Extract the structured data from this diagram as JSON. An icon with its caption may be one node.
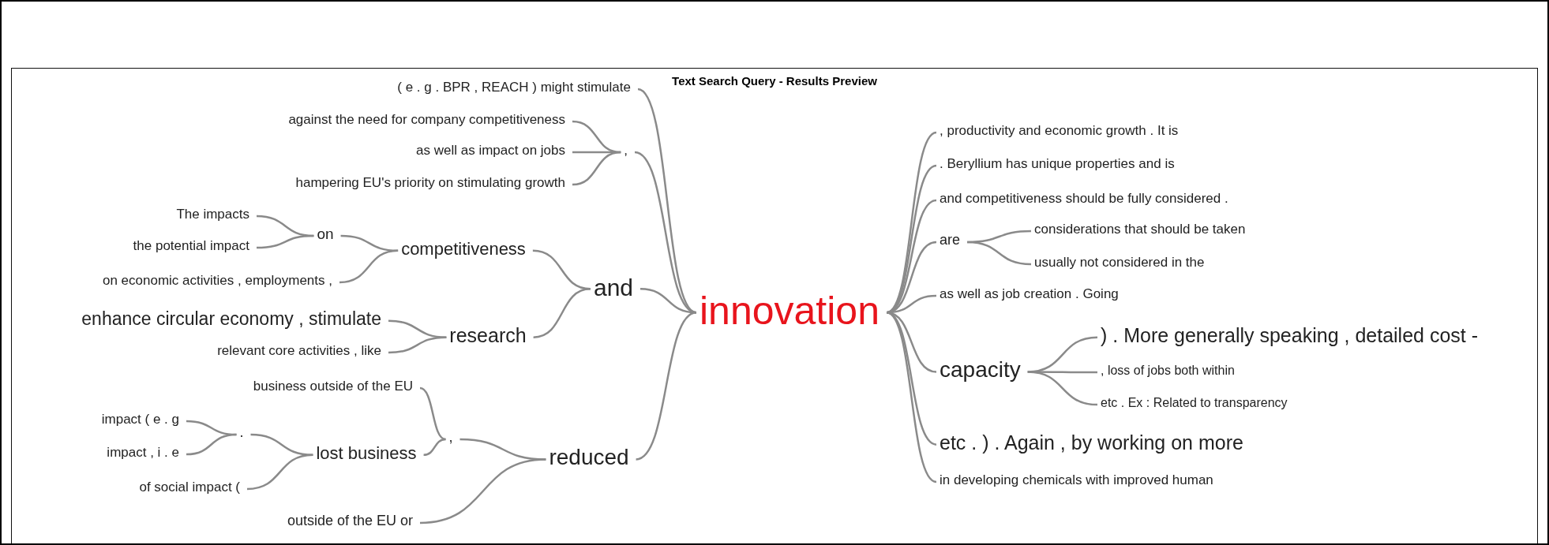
{
  "diagram": {
    "title": "Text Search Query - Results Preview",
    "nodes": [
      {
        "text": [
          "innovation"
        ]
      },
      {
        "text": [
          "( e . g . BPR , REACH ) might stimulate"
        ]
      },
      {
        "text": [
          ","
        ]
      },
      {
        "text": [
          "against the need for company competitiveness"
        ]
      },
      {
        "text": [
          "as well as impact on jobs"
        ]
      },
      {
        "text": [
          "hampering EU's priority on stimulating growth"
        ]
      },
      {
        "text": [
          "and"
        ]
      },
      {
        "text": [
          "competitiveness"
        ]
      },
      {
        "text": [
          "on"
        ]
      },
      {
        "text": [
          "The impacts"
        ]
      },
      {
        "text": [
          "the potential impact"
        ]
      },
      {
        "text": [
          "on economic activities , employments ,"
        ]
      },
      {
        "text": [
          "research"
        ]
      },
      {
        "text": [
          "enhance circular economy , stimulate"
        ]
      },
      {
        "text": [
          "relevant core activities , like"
        ]
      },
      {
        "text": [
          "reduced"
        ]
      },
      {
        "text": [
          ","
        ]
      },
      {
        "text": [
          "business outside of the EU"
        ]
      },
      {
        "text": [
          "lost business"
        ]
      },
      {
        "text": [
          "."
        ]
      },
      {
        "text": [
          "impact ( e . g"
        ]
      },
      {
        "text": [
          "impact , i . e"
        ]
      },
      {
        "text": [
          "of social impact ("
        ]
      },
      {
        "text": [
          "outside of the EU or"
        ]
      },
      {
        "text": [
          ", productivity and economic growth . It is"
        ]
      },
      {
        "text": [
          ". Beryllium has unique properties and is"
        ]
      },
      {
        "text": [
          "and competitiveness should be fully considered ."
        ]
      },
      {
        "text": [
          "are"
        ]
      },
      {
        "text": [
          "considerations that should be taken"
        ]
      },
      {
        "text": [
          "usually not considered in the"
        ]
      },
      {
        "text": [
          "as well as job creation . Going"
        ]
      },
      {
        "text": [
          "capacity"
        ]
      },
      {
        "text": [
          ") . More generally speaking , detailed cost -"
        ]
      },
      {
        "text": [
          ", loss of jobs both within"
        ]
      },
      {
        "text": [
          "etc . Ex : Related to transparency"
        ]
      },
      {
        "text": [
          "etc . ) . Again , by working on more"
        ]
      },
      {
        "text": [
          "in developing chemicals with improved human"
        ]
      }
    ],
    "edges": [
      {
        "from": 1,
        "to": 0,
        "arrow": "none"
      },
      {
        "from": 3,
        "to": 2,
        "arrow": "none"
      },
      {
        "from": 4,
        "to": 2,
        "arrow": "none"
      },
      {
        "from": 5,
        "to": 2,
        "arrow": "none"
      },
      {
        "from": 2,
        "to": 0,
        "arrow": "none"
      },
      {
        "from": 9,
        "to": 8,
        "arrow": "none"
      },
      {
        "from": 10,
        "to": 8,
        "arrow": "none"
      },
      {
        "from": 8,
        "to": 7,
        "arrow": "none"
      },
      {
        "from": 11,
        "to": 7,
        "arrow": "none"
      },
      {
        "from": 7,
        "to": 6,
        "arrow": "none"
      },
      {
        "from": 13,
        "to": 12,
        "arrow": "none"
      },
      {
        "from": 14,
        "to": 12,
        "arrow": "none"
      },
      {
        "from": 12,
        "to": 6,
        "arrow": "none"
      },
      {
        "from": 6,
        "to": 0,
        "arrow": "none"
      },
      {
        "from": 20,
        "to": 19,
        "arrow": "none"
      },
      {
        "from": 21,
        "to": 19,
        "arrow": "none"
      },
      {
        "from": 19,
        "to": 18,
        "arrow": "none"
      },
      {
        "from": 22,
        "to": 18,
        "arrow": "none"
      },
      {
        "from": 17,
        "to": 16,
        "arrow": "none"
      },
      {
        "from": 18,
        "to": 16,
        "arrow": "none"
      },
      {
        "from": 16,
        "to": 15,
        "arrow": "none"
      },
      {
        "from": 23,
        "to": 15,
        "arrow": "none"
      },
      {
        "from": 15,
        "to": 0,
        "arrow": "none"
      },
      {
        "from": 0,
        "to": 24,
        "arrow": "none"
      },
      {
        "from": 0,
        "to": 25,
        "arrow": "none"
      },
      {
        "from": 0,
        "to": 26,
        "arrow": "none"
      },
      {
        "from": 0,
        "to": 27,
        "arrow": "none"
      },
      {
        "from": 27,
        "to": 28,
        "arrow": "none"
      },
      {
        "from": 27,
        "to": 29,
        "arrow": "none"
      },
      {
        "from": 0,
        "to": 30,
        "arrow": "none"
      },
      {
        "from": 0,
        "to": 31,
        "arrow": "none"
      },
      {
        "from": 31,
        "to": 32,
        "arrow": "none"
      },
      {
        "from": 31,
        "to": 33,
        "arrow": "none"
      },
      {
        "from": 31,
        "to": 34,
        "arrow": "none"
      },
      {
        "from": 0,
        "to": 35,
        "arrow": "none"
      },
      {
        "from": 0,
        "to": 36,
        "arrow": "none"
      }
    ]
  }
}
